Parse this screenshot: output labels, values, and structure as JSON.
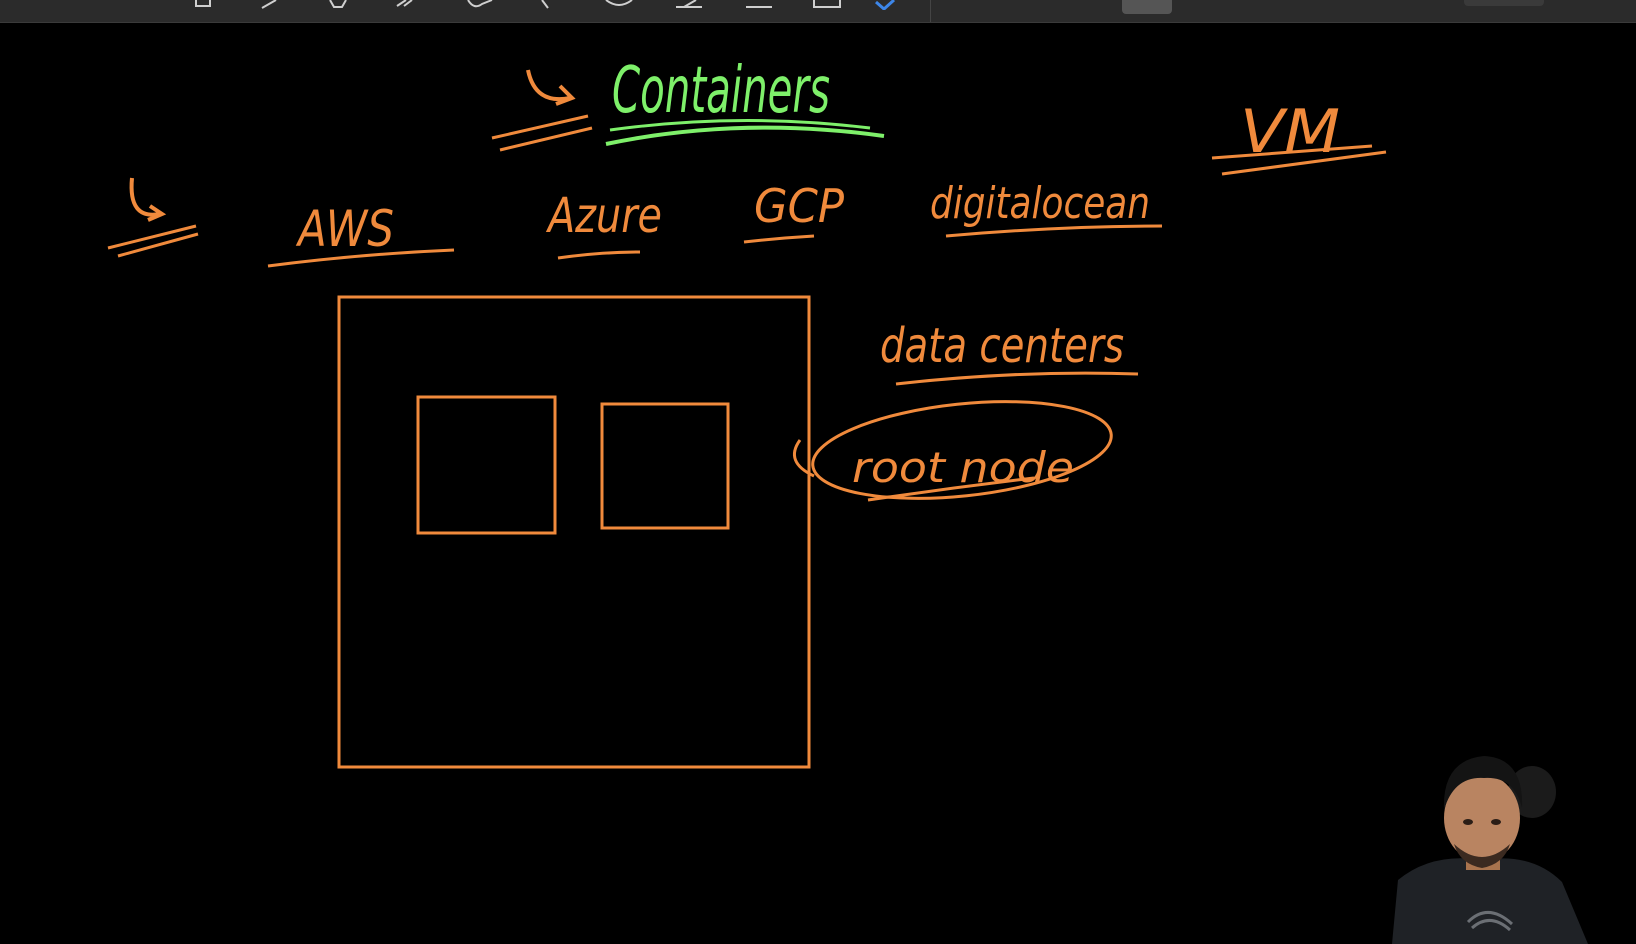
{
  "toolbar": {
    "tools": [
      "zoom-tool-icon",
      "pen-tool-icon",
      "highlighter-tool-icon",
      "eraser-tool-icon",
      "lasso-tool-icon",
      "pointer-tool-icon",
      "shape-tool-icon",
      "text-tool-icon",
      "image-tool-icon",
      "ruler-tool-icon",
      "color-picker-icon"
    ]
  },
  "colors": {
    "ink_orange": "#f08a3c",
    "ink_green": "#7ef06a",
    "background": "#000000",
    "toolbar": "#2b2b2b"
  },
  "whiteboard": {
    "heading": "Containers",
    "right_heading": "VM",
    "providers": [
      "AWS",
      "Azure",
      "GCP",
      "digitalocean"
    ],
    "side_label": "data centers",
    "circled_label": "root node"
  }
}
